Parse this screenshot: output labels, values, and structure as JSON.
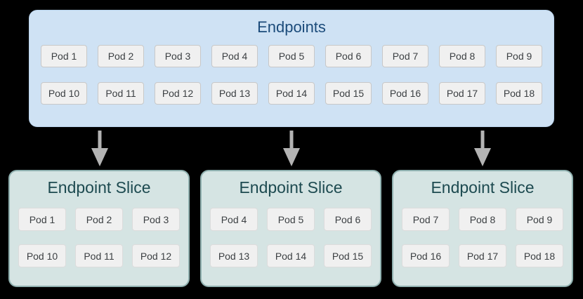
{
  "canvas": {
    "background": "#000000"
  },
  "colors": {
    "endpoints_box_fill": "#cfe2f4",
    "endpoints_box_border": "#b9d3ec",
    "endpoints_title": "#1b4b7a",
    "slice_box_fill": "#d5e4e3",
    "slice_box_border": "#8fb0af",
    "slice_title": "#1d4a50",
    "pod_fill": "#f0f0f0",
    "pod_border": "#c8c8c8",
    "pod_text": "#3c4043",
    "arrow": "#b3b3b3"
  },
  "endpoints": {
    "title": "Endpoints",
    "row1": [
      "Pod 1",
      "Pod 2",
      "Pod 3",
      "Pod 4",
      "Pod 5",
      "Pod 6",
      "Pod 7",
      "Pod 8",
      "Pod 9"
    ],
    "row2": [
      "Pod 10",
      "Pod 11",
      "Pod 12",
      "Pod 13",
      "Pod 14",
      "Pod 15",
      "Pod 16",
      "Pod 17",
      "Pod 18"
    ]
  },
  "arrows": {
    "count": 3,
    "direction": "down"
  },
  "slices": [
    {
      "title": "Endpoint Slice",
      "row1": [
        "Pod 1",
        "Pod 2",
        "Pod 3"
      ],
      "row2": [
        "Pod 10",
        "Pod 11",
        "Pod 12"
      ]
    },
    {
      "title": "Endpoint Slice",
      "row1": [
        "Pod 4",
        "Pod 5",
        "Pod 6"
      ],
      "row2": [
        "Pod 13",
        "Pod 14",
        "Pod 15"
      ]
    },
    {
      "title": "Endpoint Slice",
      "row1": [
        "Pod 7",
        "Pod 8",
        "Pod 9"
      ],
      "row2": [
        "Pod 16",
        "Pod 17",
        "Pod 18"
      ]
    }
  ]
}
